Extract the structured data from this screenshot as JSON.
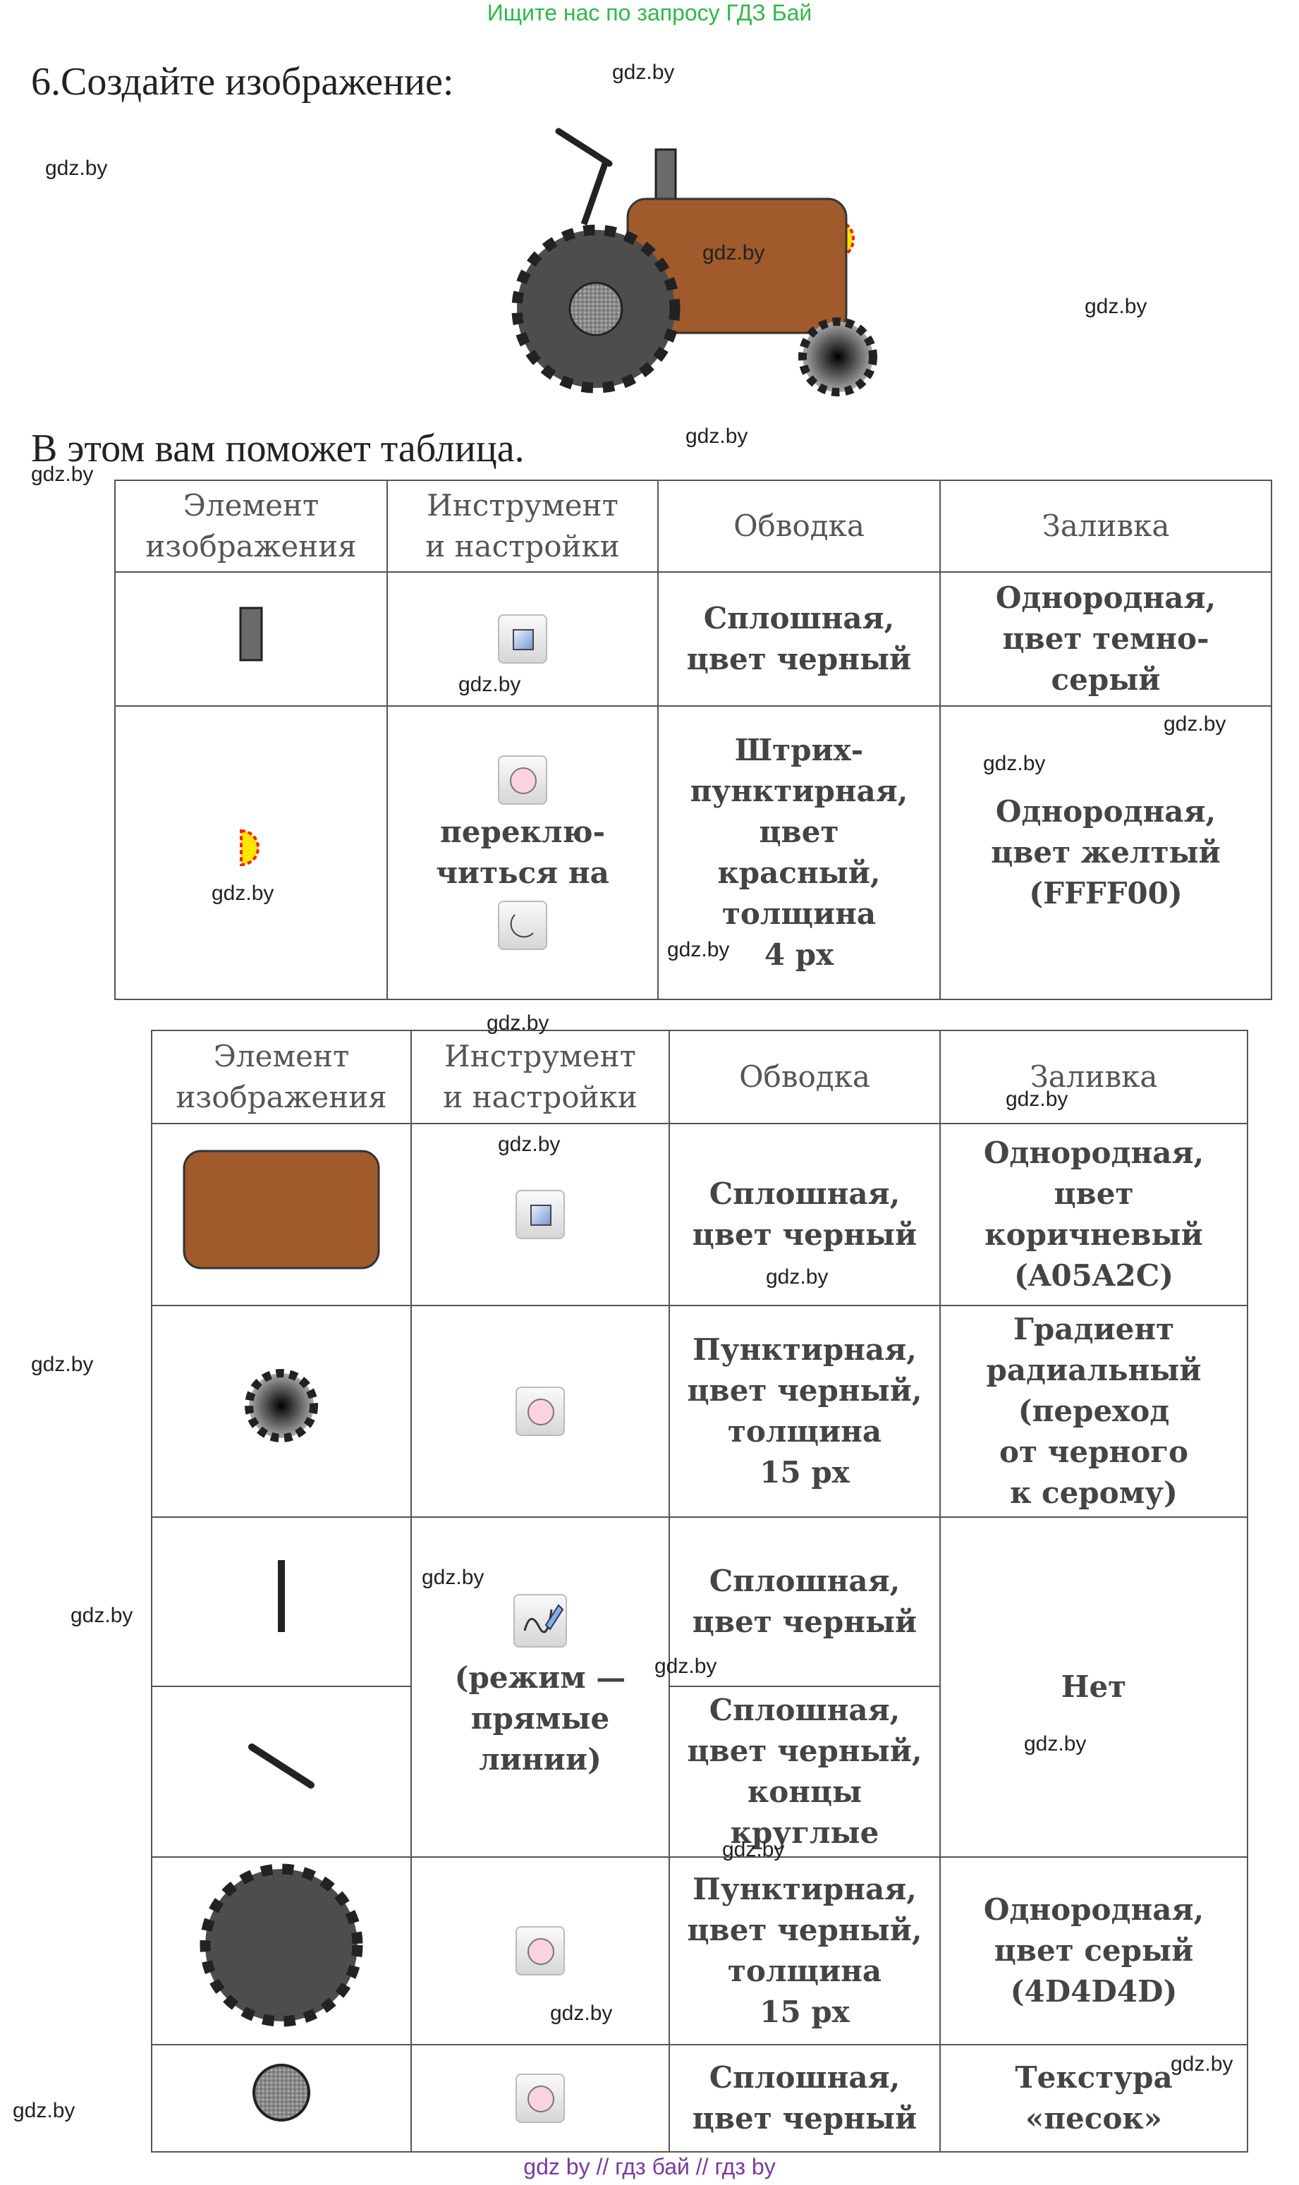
{
  "banner": "Ищите нас по запросу ГДЗ Бай",
  "task_title": "6.Создайте изображение:",
  "hint_title": "В этом вам поможет таблица.",
  "watermark": "gdz.by",
  "footer": "gdz by  //  гдз бай  //  гдз by",
  "colors": {
    "tractor_body": "#A05A2C",
    "wheel_gray": "#4D4D4D",
    "yellow": "#FFFF00",
    "banner_green": "#2fb84a",
    "footer_purple": "#7a3aa0"
  },
  "table1": {
    "headers": [
      "Элемент\nизображения",
      "Инструмент\nи настройки",
      "Обводка",
      "Заливка"
    ],
    "rows": [
      {
        "element_icon": "dark-gray-rectangle-icon",
        "tool_icon": "rectangle-tool-icon",
        "stroke": "Сплошная,\nцвет черный",
        "fill": "Однородная,\nцвет темно-\nсерый"
      },
      {
        "element_icon": "yellow-headlight-icon",
        "tool_icon": "ellipse-tool-icon",
        "tool_text": "переклю-\nчиться на",
        "tool_icon2": "arc-segment-icon",
        "stroke": "Штрих-\nпунктирная,\nцвет\nкрасный,\nтолщина\n4 px",
        "fill": "Однородная,\nцвет желтый\n(FFFF00)"
      }
    ]
  },
  "table2": {
    "headers": [
      "Элемент\nизображения",
      "Инструмент\nи настройки",
      "Обводка",
      "Заливка"
    ],
    "rows": [
      {
        "element_icon": "brown-rounded-rectangle-icon",
        "tool_icon": "rectangle-tool-icon",
        "stroke": "Сплошная,\nцвет черный",
        "fill": "Однородная,\nцвет\nкоричневый\n(A05A2C)"
      },
      {
        "element_icon": "small-gear-wheel-icon",
        "tool_icon": "ellipse-tool-icon",
        "stroke": "Пунктирная,\nцвет черный,\nтолщина\n15 px",
        "fill": "Градиент\nрадиальный\n(переход\nот черного\nк серому)"
      },
      {
        "element_icon": "vertical-line-icon",
        "tool_icon": "line-tool-icon",
        "tool_text": "(режим —\nпрямые\nлинии)",
        "stroke": "Сплошная,\nцвет черный",
        "fill": "Нет"
      },
      {
        "element_icon": "diagonal-line-icon",
        "stroke": "Сплошная,\nцвет черный,\nконцы\nкруглые"
      },
      {
        "element_icon": "big-wheel-icon",
        "tool_icon": "ellipse-tool-icon",
        "stroke": "Пунктирная,\nцвет черный,\nтолщина\n15 px",
        "fill": "Однородная,\nцвет серый\n(4D4D4D)"
      },
      {
        "element_icon": "sand-texture-circle-icon",
        "tool_icon": "ellipse-tool-icon",
        "stroke": "Сплошная,\nцвет черный",
        "fill": "Текстура\n«песок»"
      }
    ]
  }
}
